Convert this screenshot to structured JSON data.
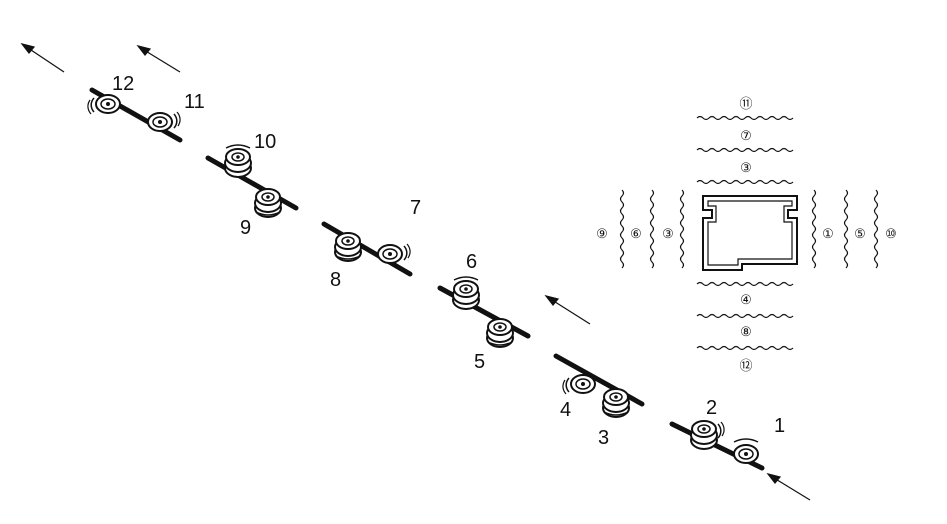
{
  "stations": [
    {
      "id": "1",
      "label": "1"
    },
    {
      "id": "2",
      "label": "2"
    },
    {
      "id": "3",
      "label": "3"
    },
    {
      "id": "4",
      "label": "4"
    },
    {
      "id": "5",
      "label": "5"
    },
    {
      "id": "6",
      "label": "6"
    },
    {
      "id": "7",
      "label": "7"
    },
    {
      "id": "8",
      "label": "8"
    },
    {
      "id": "9",
      "label": "9"
    },
    {
      "id": "10",
      "label": "10"
    },
    {
      "id": "11",
      "label": "11"
    },
    {
      "id": "12",
      "label": "12"
    }
  ],
  "section_labels": {
    "top": [
      "⑪",
      "⑦",
      "③"
    ],
    "left": [
      "⑨",
      "⑥",
      "③"
    ],
    "right": [
      "①",
      "⑤",
      "⑩"
    ],
    "bottom": [
      "④",
      "⑧",
      "⑫"
    ]
  }
}
